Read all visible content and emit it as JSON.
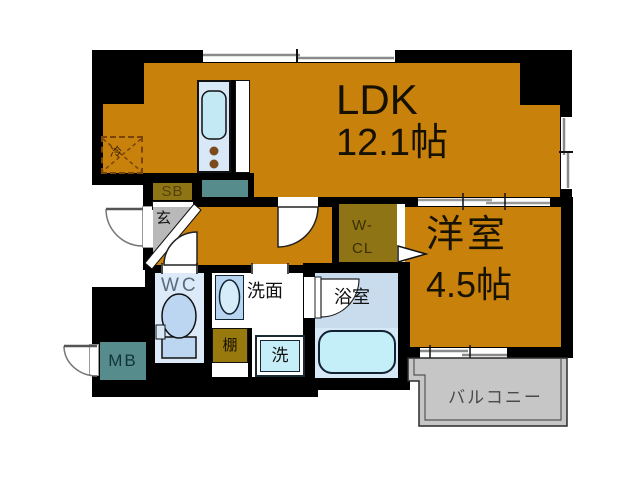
{
  "rooms": {
    "ldk": {
      "label": "LDK",
      "size": "12.1帖"
    },
    "western": {
      "label": "洋室",
      "size": "4.5帖"
    },
    "walk_in_closet": {
      "line1": "W-",
      "line2": "CL"
    },
    "toilet": {
      "label": "WC"
    },
    "washroom": {
      "label": "洗面"
    },
    "bathroom": {
      "label": "浴室"
    },
    "entrance": {
      "label": "玄"
    },
    "balcony": {
      "label": "バルコニー"
    }
  },
  "fixtures": {
    "refrigerator": {
      "label": "冷"
    },
    "shoe_box": {
      "label": "SB"
    },
    "meter_box": {
      "label": "MB"
    },
    "shelf": {
      "label": "棚"
    },
    "washer": {
      "label": "洗"
    }
  },
  "colors": {
    "room_floor": "#C8820C",
    "closet_floor": "#8E7414",
    "wall": "#000000",
    "wet_area_blue": "#DCE9F8",
    "fixture_teal": "#578C8C",
    "bath_tub": "#C4EEF8",
    "balcony_gray": "#C6C6C6",
    "entrance_gray": "#B9B9B9"
  }
}
